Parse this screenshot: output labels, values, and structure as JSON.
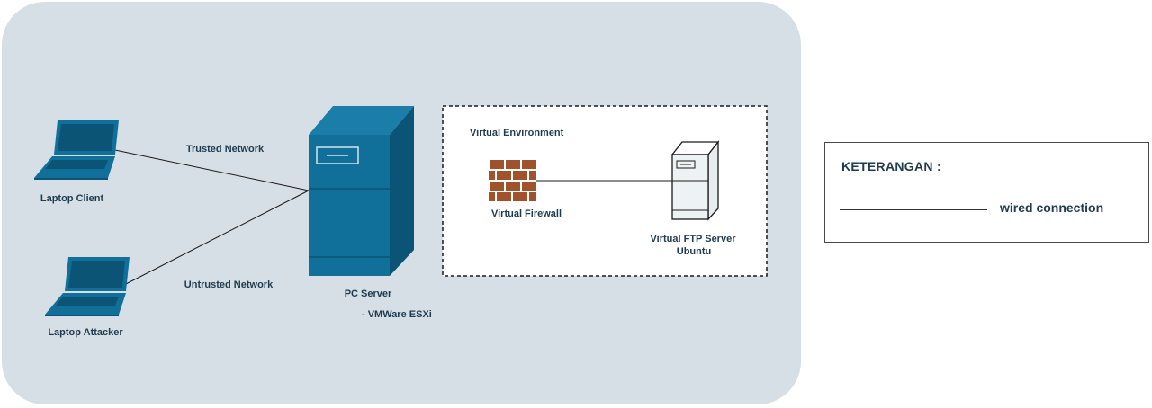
{
  "colors": {
    "panel": "#d6dee6",
    "device_blue": "#10709a",
    "device_blue_dark": "#0b5476",
    "server_white": "#edf2f5",
    "brick": "#a0522d",
    "label": "#1f3b4d"
  },
  "nodes": {
    "laptop_client": {
      "label": "Laptop Client",
      "icon": "laptop-icon"
    },
    "laptop_attacker": {
      "label": "Laptop Attacker",
      "icon": "laptop-icon"
    },
    "pc_server": {
      "label": "PC Server",
      "sublabel": "-  VMWare ESXi",
      "icon": "server-tower-icon"
    },
    "virtual_firewall": {
      "label": "Virtual Firewall",
      "icon": "firewall-icon"
    },
    "virtual_ftp": {
      "label_line1": "Virtual FTP Server",
      "label_line2": "Ubuntu",
      "icon": "server-tower-icon"
    }
  },
  "edges": {
    "trusted": {
      "label": "Trusted Network"
    },
    "untrusted": {
      "label": "Untrusted Network"
    }
  },
  "virtual_environment": {
    "label": "Virtual Environment"
  },
  "legend": {
    "title": "KETERANGAN :",
    "items": [
      {
        "line": "solid",
        "label": "wired connection"
      }
    ]
  }
}
